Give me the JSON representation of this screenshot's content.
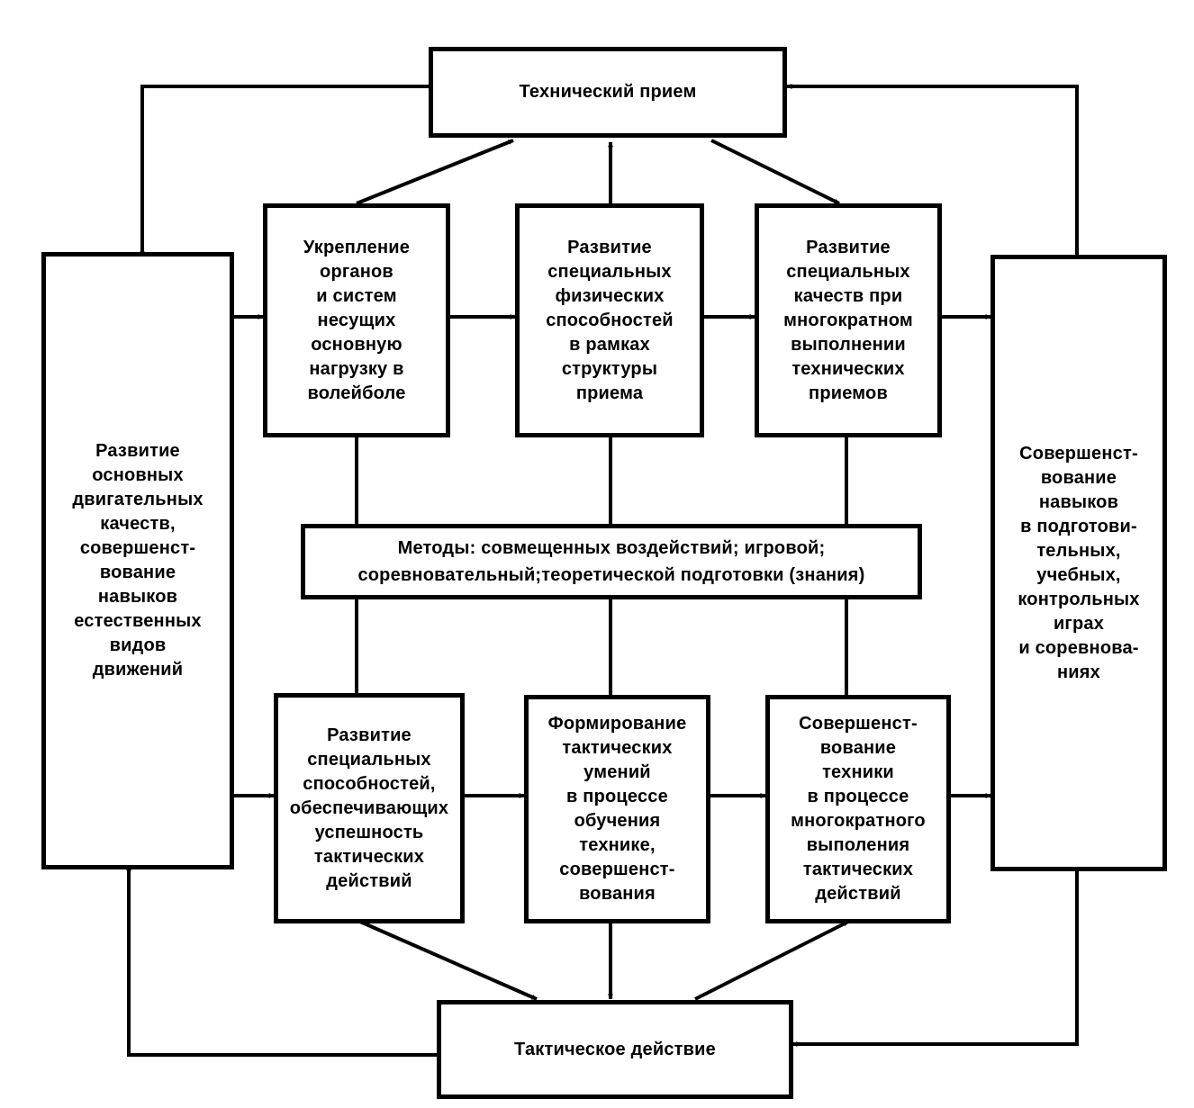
{
  "nodes": {
    "technical": "Технический прием",
    "tactical": "Тактическое действие",
    "left": "Развитие\nосновных\nдвигательных\nкачеств,\nсовершенст-\nвование\nнавыков\nестественных\nвидов\nдвижений",
    "right": "Совершенст-\nвование\nнавыков\nв подготови-\nтельных,\nучебных,\nконтрольных\nиграх\nи соревнова-\nниях",
    "top1": "Укрепление\nорганов\nи систем\nнесущих\nосновную\nнагрузку в\nволейболе",
    "top2": "Развитие\nспециальных\nфизических\nспособностей\nв рамках\nструктуры\nприема",
    "top3": "Развитие\nспециальных\nкачеств при\nмногократном\nвыполнении\nтехнических\nприемов",
    "methods": "Методы: совмещенных воздействий; игровой;\nсоревновательный;теоретической подготовки (знания)",
    "bot1": "Развитие\nспециальных\nспособностей,\nобеспечивающих\nуспешность\nтактических\nдействий",
    "bot2": "Формирование\nтактических\nумений\nв процессе\nобучения\nтехнике,\nсовершенст-\nвования",
    "bot3": "Совершенст-\nвование\nтехники\nв процессе\nмногократного\nвыполения\nтактических\nдействий"
  },
  "colors": {
    "stroke": "#000000",
    "background": "#ffffff"
  }
}
